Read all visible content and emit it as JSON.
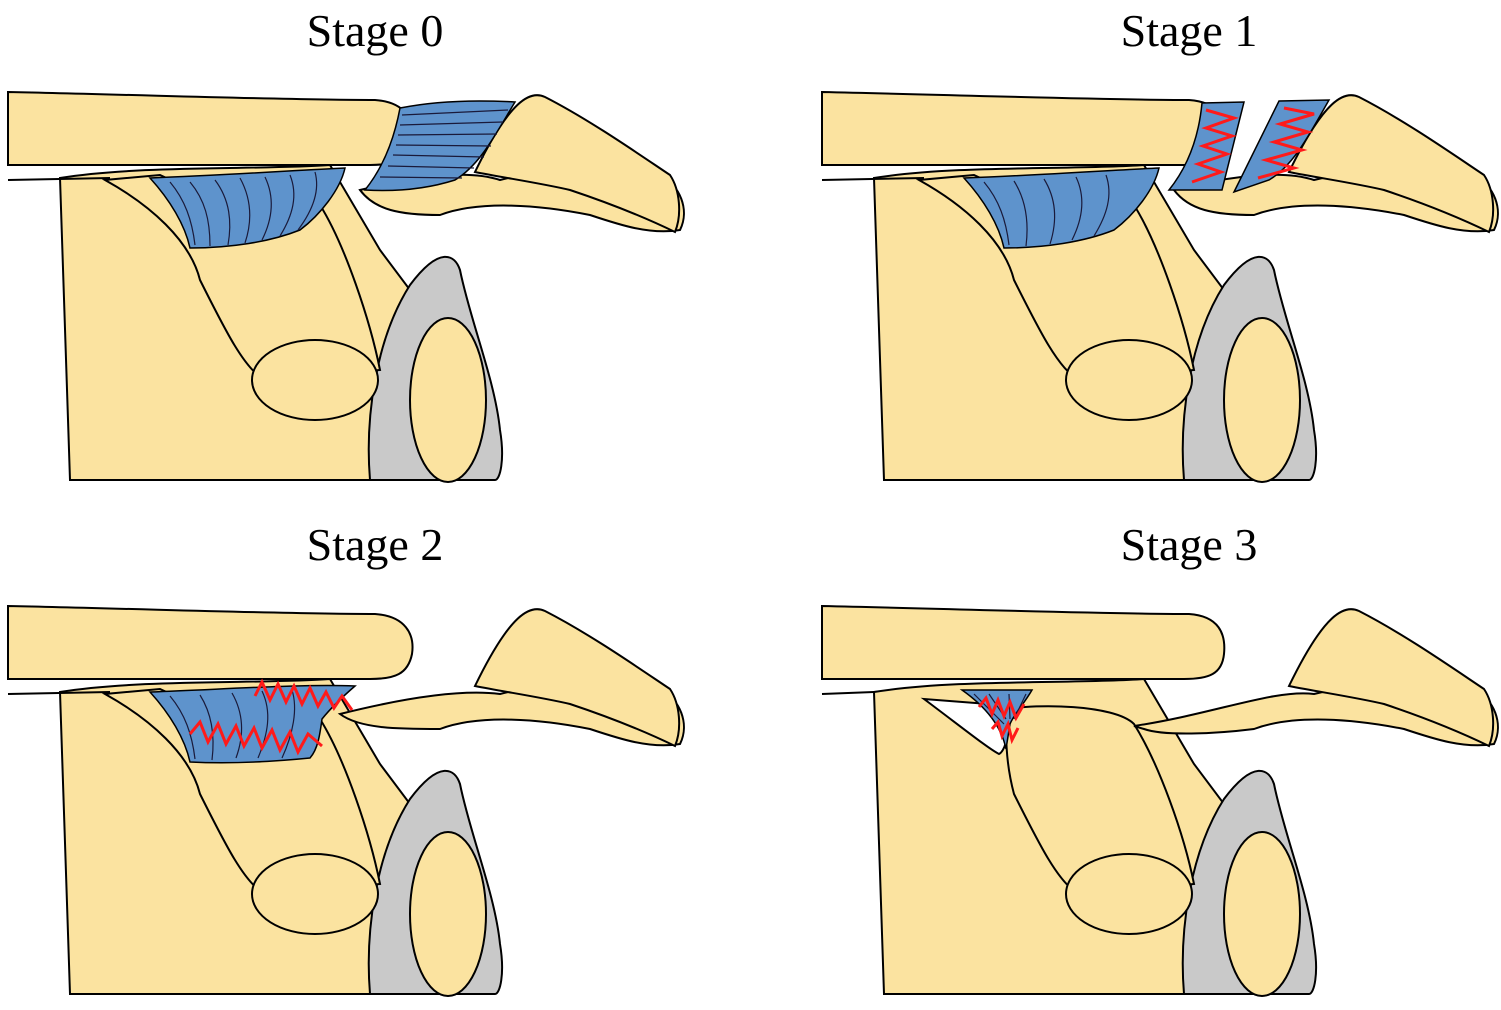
{
  "stages": [
    {
      "title": "Stage 0"
    },
    {
      "title": "Stage 1"
    },
    {
      "title": "Stage 2"
    },
    {
      "title": "Stage 3"
    }
  ],
  "colors": {
    "bone": "#fbe3a0",
    "ligament": "#5e93cc",
    "tear": "#ff1a1a",
    "glenoid": "#c9c9c9",
    "outline": "#000000"
  }
}
